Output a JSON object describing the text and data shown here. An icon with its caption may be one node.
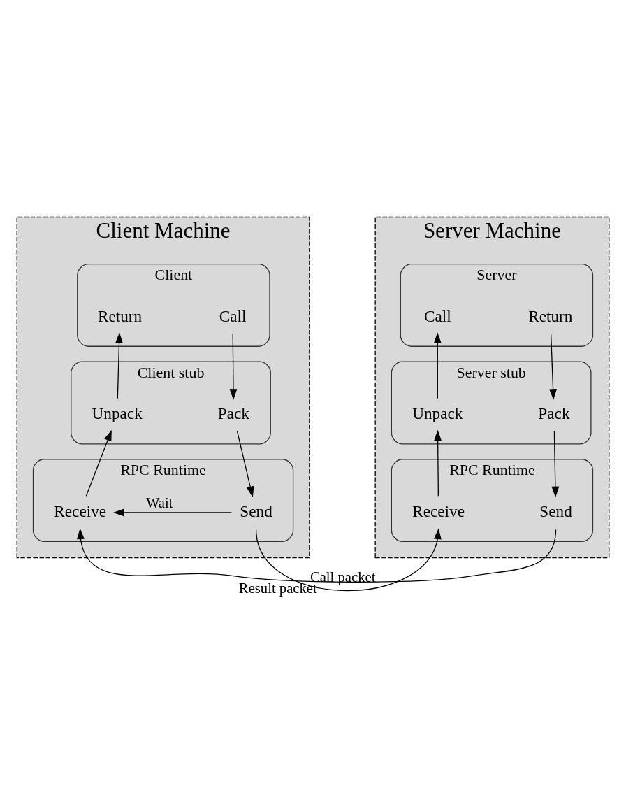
{
  "diagram": {
    "nodes": [
      {
        "text": [
          "Client Machine"
        ]
      },
      {
        "text": [
          "Client"
        ],
        "in": 0
      },
      {
        "text": [
          "Return"
        ],
        "in": 1
      },
      {
        "text": [
          "Call"
        ],
        "in": 1
      },
      {
        "text": [
          "Client stub"
        ],
        "in": 0
      },
      {
        "text": [
          "Unpack"
        ],
        "in": 4
      },
      {
        "text": [
          "Pack"
        ],
        "in": 4
      },
      {
        "text": [
          "RPC Runtime"
        ],
        "in": 0
      },
      {
        "text": [
          "Receive"
        ],
        "in": 7
      },
      {
        "text": [
          "Send"
        ],
        "in": 7
      },
      {
        "text": [
          "Server Machine"
        ]
      },
      {
        "text": [
          "Server"
        ],
        "in": 10
      },
      {
        "text": [
          "Call"
        ],
        "in": 11
      },
      {
        "text": [
          "Return"
        ],
        "in": 11
      },
      {
        "text": [
          "Server stub"
        ],
        "in": 10
      },
      {
        "text": [
          "Unpack"
        ],
        "in": 14
      },
      {
        "text": [
          "Pack"
        ],
        "in": 14
      },
      {
        "text": [
          "RPC Runtime"
        ],
        "in": 10
      },
      {
        "text": [
          "Receive"
        ],
        "in": 17
      },
      {
        "text": [
          "Send"
        ],
        "in": 17
      }
    ],
    "edges": [
      {
        "from": 3,
        "to": 6,
        "arrow": "to"
      },
      {
        "from": 6,
        "to": 9,
        "arrow": "to"
      },
      {
        "from": 9,
        "to": 8,
        "arrow": "to",
        "label": "Wait"
      },
      {
        "from": 8,
        "to": 5,
        "arrow": "to"
      },
      {
        "from": 5,
        "to": 2,
        "arrow": "to"
      },
      {
        "from": 9,
        "to": 18,
        "arrow": "to",
        "label": "Call packet"
      },
      {
        "from": 18,
        "to": 15,
        "arrow": "to"
      },
      {
        "from": 15,
        "to": 12,
        "arrow": "to"
      },
      {
        "from": 13,
        "to": 16,
        "arrow": "to"
      },
      {
        "from": 16,
        "to": 19,
        "arrow": "to"
      },
      {
        "from": 19,
        "to": 8,
        "arrow": "to",
        "label": "Result packet"
      }
    ]
  }
}
